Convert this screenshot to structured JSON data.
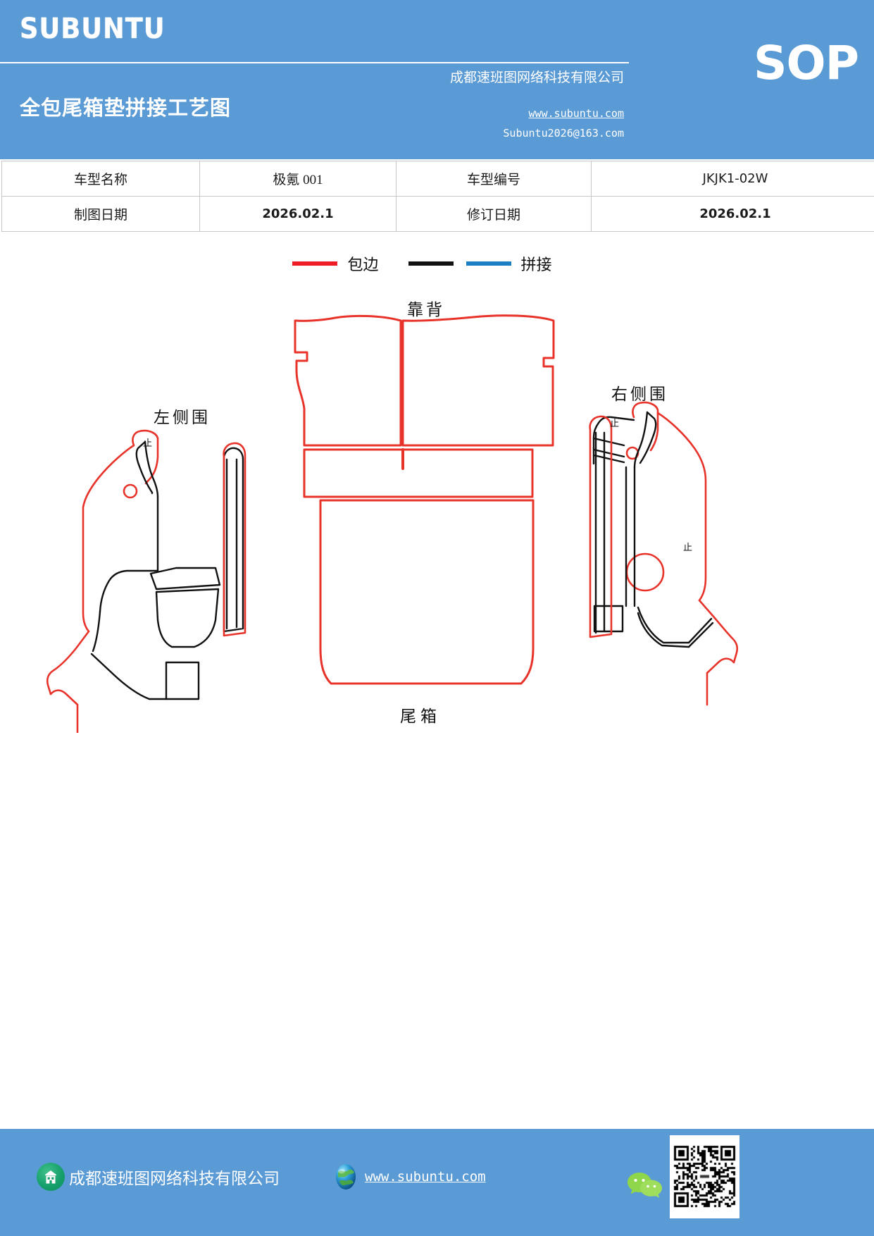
{
  "header": {
    "brand": "SUBUNTU",
    "doc_title": "全包尾箱垫拼接工艺图",
    "sop_mark": "SOP",
    "company": "成都速班图网络科技有限公司",
    "url": "www.subuntu.com",
    "email": "Subuntu2026@163.com",
    "bg_color": "#5B9BD5"
  },
  "info_table": {
    "rows": [
      {
        "label1": "车型名称",
        "value1": "极氪 001",
        "label2": "车型编号",
        "value2": "JKJK1-02W"
      },
      {
        "label1": "制图日期",
        "value1": "2026.02.1",
        "label2": "修订日期",
        "value2": "2026.02.1"
      }
    ]
  },
  "legend": {
    "items": [
      {
        "label": "包边",
        "color": "#EE1C25",
        "name": "edge-binding"
      },
      {
        "label": "",
        "color": "#111111",
        "name": "seam-black"
      },
      {
        "label": "拼接",
        "color": "#1B7FC4",
        "name": "splice"
      }
    ]
  },
  "drawing": {
    "labels": {
      "backrest": "靠背",
      "left_side": "左侧围",
      "right_side": "右侧围",
      "trunk": "尾箱"
    },
    "stop_marks": [
      "止",
      "止",
      "止"
    ],
    "line_colors": {
      "binding": "#E8332A",
      "seam": "#111111"
    }
  },
  "footer": {
    "company": "成都速班图网络科技有限公司",
    "url": "www.subuntu.com",
    "bg_color": "#5B9BD5",
    "icons": {
      "building": "building-icon",
      "globe": "globe-icon",
      "wechat": "wechat-icon",
      "qr": "qr-code"
    }
  }
}
